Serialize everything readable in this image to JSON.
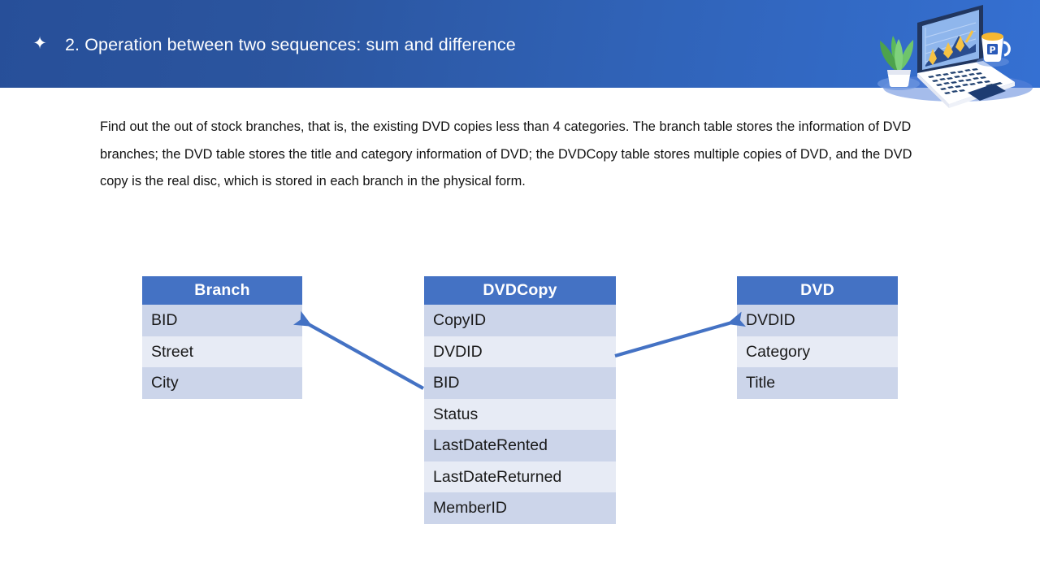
{
  "slide": {
    "header": {
      "bullet_icon": "four-point-star-icon",
      "bullet_glyph": "✦",
      "title": "2. Operation between two sequences: sum and difference",
      "gradient_from": "#274f99",
      "gradient_to": "#3570d2",
      "illustration_name": "isometric-laptop-illustration"
    },
    "body": {
      "paragraph": "Find out the out of stock branches, that is, the existing DVD copies less than 4 categories. The branch table stores the information of DVD branches; the DVD table stores the title and category information of DVD; the DVDCopy table stores multiple copies of DVD, and the DVD copy is the real disc, which is stored in each branch in the physical form."
    },
    "diagram": {
      "header_color": "#4472c4",
      "row_color_odd": "#ccd5ea",
      "row_color_even": "#e7ebf5",
      "arrow_color": "#4472c4",
      "tables": [
        {
          "name": "Branch",
          "fields": [
            "BID",
            "Street",
            "City"
          ]
        },
        {
          "name": "DVDCopy",
          "fields": [
            "CopyID",
            "DVDID",
            "BID",
            "Status",
            "LastDateRented",
            "LastDateReturned",
            "MemberID"
          ]
        },
        {
          "name": "DVD",
          "fields": [
            "DVDID",
            "Category",
            "Title"
          ]
        }
      ],
      "relationships": [
        {
          "label": "dvdcopy-bid-to-branch-bid",
          "from": "DVDCopy.BID",
          "to": "Branch.BID"
        },
        {
          "label": "dvdcopy-dvdid-to-dvd-dvdid",
          "from": "DVDCopy.DVDID",
          "to": "DVD.DVDID"
        }
      ]
    }
  }
}
